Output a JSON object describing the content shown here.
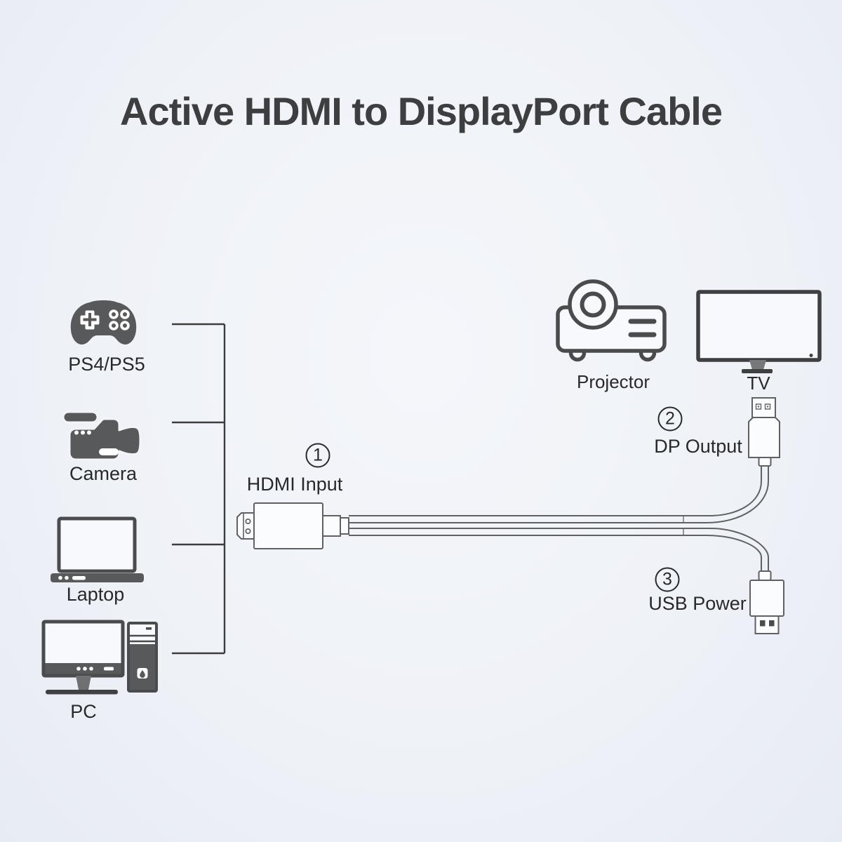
{
  "title": "Active HDMI to DisplayPort Cable",
  "colors": {
    "background": "#eff2f7",
    "icon_fill": "#58595b",
    "icon_outline": "#4a4b4d",
    "line_art": "#606164",
    "text": "#28292b",
    "title_text": "#3d3e40"
  },
  "sources": [
    {
      "label": "PS4/PS5",
      "icon": "game-controller-icon"
    },
    {
      "label": "Camera",
      "icon": "video-camera-icon"
    },
    {
      "label": "Laptop",
      "icon": "laptop-icon"
    },
    {
      "label": "PC",
      "icon": "desktop-pc-icon"
    }
  ],
  "outputs": [
    {
      "label": "Projector",
      "icon": "projector-icon"
    },
    {
      "label": "TV",
      "icon": "tv-icon"
    }
  ],
  "callouts": [
    {
      "number": "1",
      "label": "HDMI Input"
    },
    {
      "number": "2",
      "label": "DP Output"
    },
    {
      "number": "3",
      "label": "USB Power"
    }
  ]
}
